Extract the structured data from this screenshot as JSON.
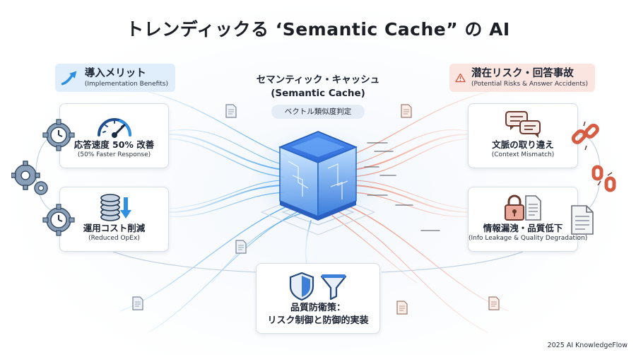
{
  "title": "トレンディックる ‘Semantic Cache” の AI",
  "center": {
    "title_line1": "セマンティック・キャッシュ",
    "title_line2": "(Semantic Cache)",
    "pill": "ベクトル類似度判定"
  },
  "benefits": {
    "heading": "導入メリット",
    "heading_sub": "(Implementation Benefits)",
    "items": [
      {
        "label": "応答速度 50% 改善",
        "sub": "(50% Faster Response)"
      },
      {
        "label": "運用コスト削減",
        "sub": "(Reduced OpEx)"
      }
    ]
  },
  "risks": {
    "heading": "潜在リスク・回答事故",
    "heading_sub": "(Potential Risks & Answer Accidents)",
    "items": [
      {
        "label": "文脈の取り違え",
        "sub": "(Context Mismatch)"
      },
      {
        "label": "情報漏洩・品質低下",
        "sub": "(Info Leakage & Quality Degradation)"
      }
    ]
  },
  "defense": {
    "line1": "品質防衛策：",
    "line2": "リスク制御と防御的実装"
  },
  "footer": "2025 AI KnowledgeFlow",
  "colors": {
    "benefit_accent": "#2f8fe0",
    "risk_accent": "#e9734f",
    "cube": "#2b6fd6"
  }
}
